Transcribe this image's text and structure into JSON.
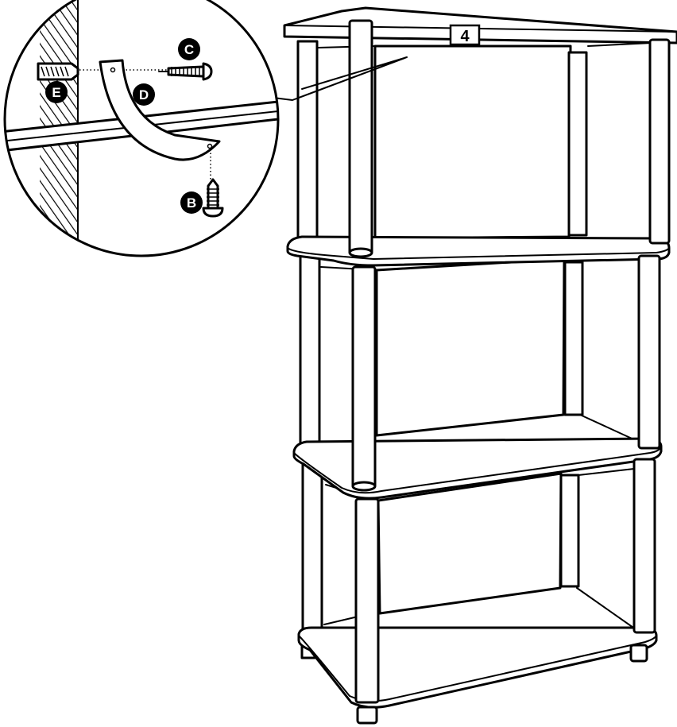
{
  "step_number": "4",
  "callouts": {
    "b": "B",
    "c": "C",
    "d": "D",
    "e": "E"
  },
  "colors": {
    "ink": "#000000",
    "paper": "#ffffff"
  }
}
